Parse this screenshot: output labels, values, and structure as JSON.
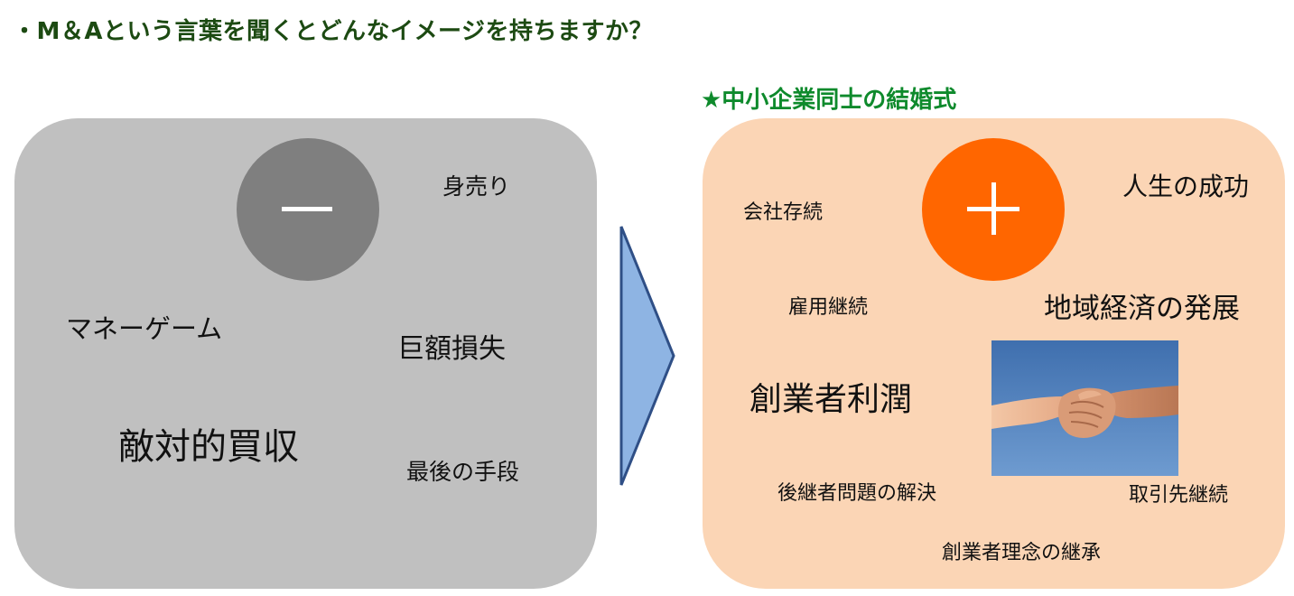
{
  "header": {
    "question": "・M＆Aという言葉を聞くとどんなイメージを持ちますか？",
    "subtitle": "★中小企業同士の結婚式"
  },
  "negative": {
    "symbol": "minus",
    "words": [
      "身売り",
      "マネーゲーム",
      "巨額損失",
      "敵対的買収",
      "最後の手段"
    ]
  },
  "positive": {
    "symbol": "plus",
    "words": [
      "会社存続",
      "人生の成功",
      "雇用継続",
      "地域経済の発展",
      "創業者利潤",
      "後継者問題の解決",
      "取引先継続",
      "創業者理念の継承"
    ],
    "image": "handshake"
  },
  "colors": {
    "title": "#1c4a12",
    "subtitle": "#0e8a2c",
    "negative_panel": "#c0c0c0",
    "negative_circle": "#7f7f7f",
    "positive_panel": "#fbd5b5",
    "positive_circle": "#ff6600",
    "arrow_fill": "#8eb4e3",
    "arrow_stroke": "#2f4f86"
  }
}
